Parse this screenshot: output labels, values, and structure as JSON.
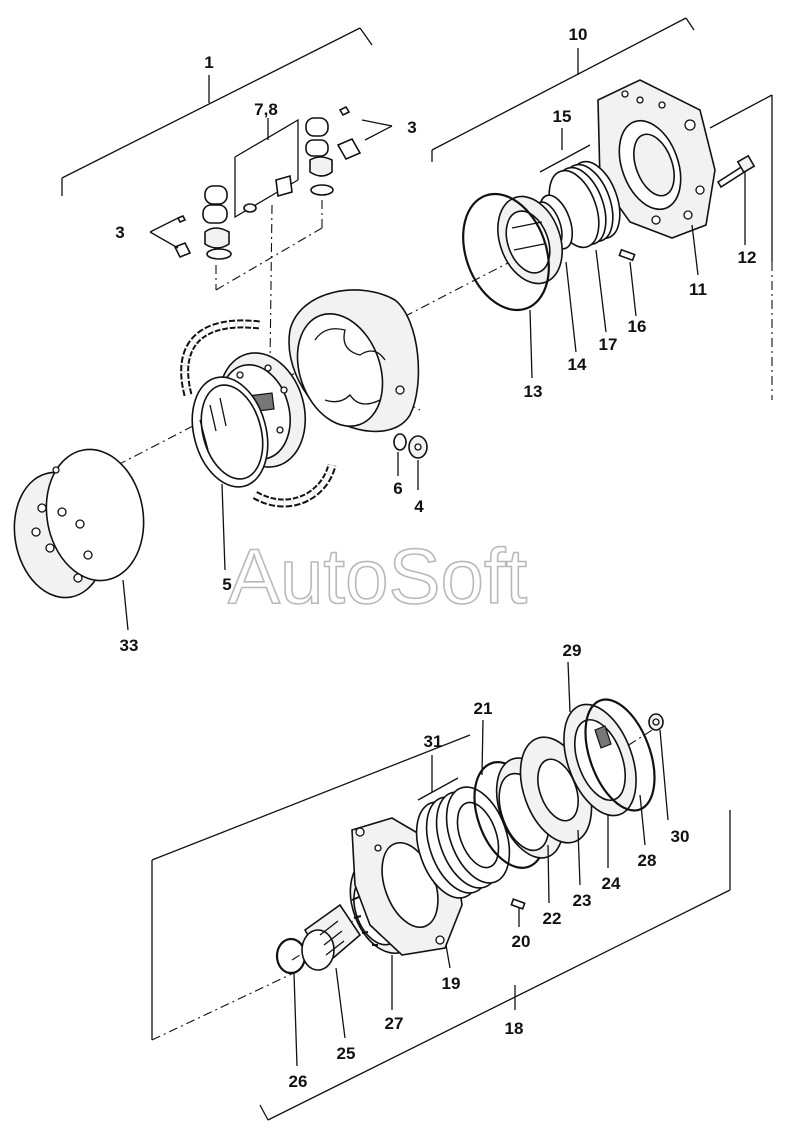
{
  "watermark": "AutoSoft",
  "callouts": [
    "1",
    "3",
    "7,8",
    "3",
    "10",
    "15",
    "12",
    "11",
    "16",
    "17",
    "14",
    "13",
    "6",
    "4",
    "5",
    "33",
    "29",
    "21",
    "31",
    "30",
    "28",
    "24",
    "23",
    "22",
    "20",
    "19",
    "18",
    "27",
    "25",
    "26"
  ]
}
